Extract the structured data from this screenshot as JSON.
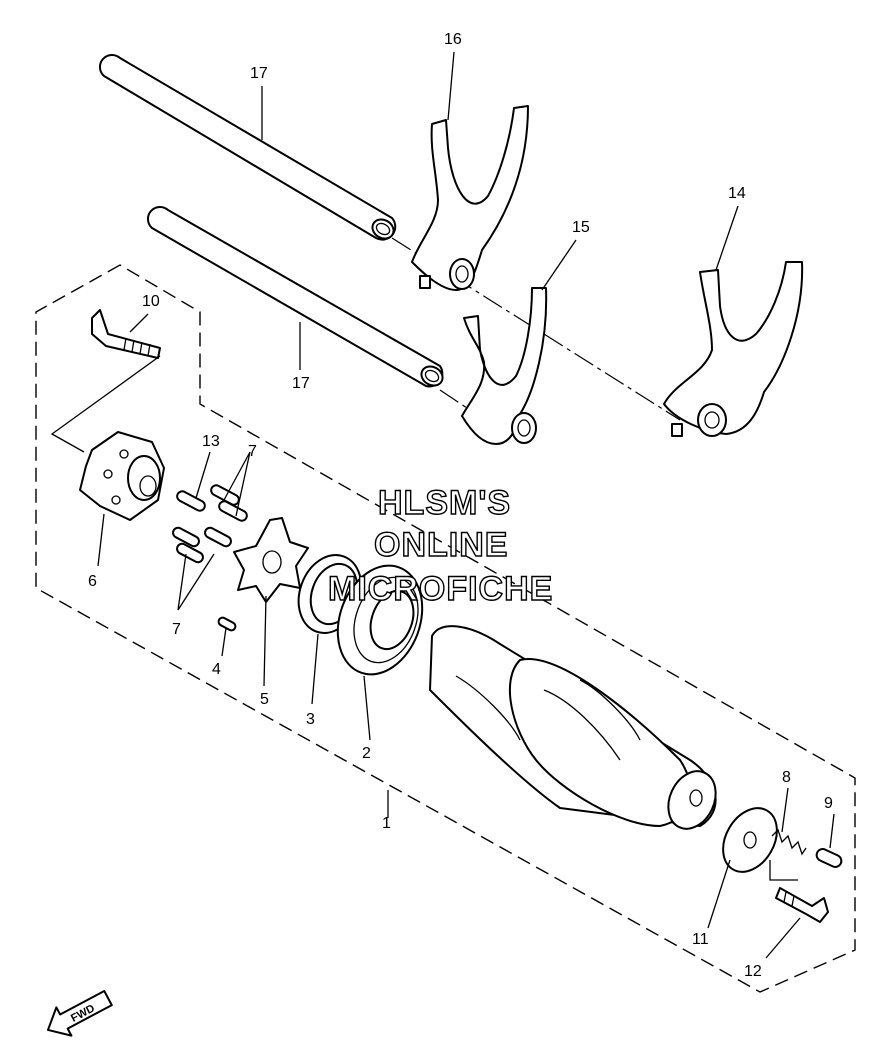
{
  "diagram": {
    "watermark": {
      "line1": "HLSM'S",
      "line2": "ONLINE",
      "line3": "MICROFICHE"
    },
    "direction_badge": "FWD",
    "callouts": [
      {
        "id": "c1",
        "text": "1"
      },
      {
        "id": "c2",
        "text": "2"
      },
      {
        "id": "c3",
        "text": "3"
      },
      {
        "id": "c4",
        "text": "4"
      },
      {
        "id": "c5",
        "text": "5"
      },
      {
        "id": "c6",
        "text": "6"
      },
      {
        "id": "c7a",
        "text": "7"
      },
      {
        "id": "c7b",
        "text": "7"
      },
      {
        "id": "c8",
        "text": "8"
      },
      {
        "id": "c9",
        "text": "9"
      },
      {
        "id": "c10",
        "text": "10"
      },
      {
        "id": "c11",
        "text": "11"
      },
      {
        "id": "c12",
        "text": "12"
      },
      {
        "id": "c13",
        "text": "13"
      },
      {
        "id": "c14",
        "text": "14"
      },
      {
        "id": "c15",
        "text": "15"
      },
      {
        "id": "c16",
        "text": "16"
      },
      {
        "id": "c17a",
        "text": "17"
      },
      {
        "id": "c17b",
        "text": "17"
      }
    ]
  }
}
